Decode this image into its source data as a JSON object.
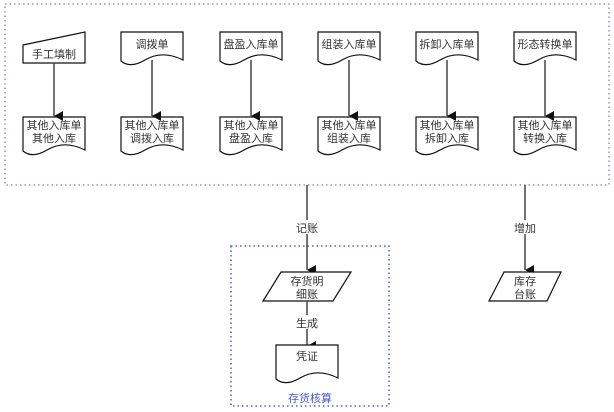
{
  "diagram": {
    "source_nodes": [
      {
        "id": "manual",
        "label": "手工填制",
        "shape": "manual-input"
      },
      {
        "id": "transfer",
        "label": "调拨单",
        "shape": "document"
      },
      {
        "id": "surplus",
        "label": "盘盈入库单",
        "shape": "document"
      },
      {
        "id": "assembly",
        "label": "组装入库单",
        "shape": "document"
      },
      {
        "id": "disassembly",
        "label": "拆卸入库单",
        "shape": "document"
      },
      {
        "id": "conversion",
        "label": "形态转换单",
        "shape": "document"
      }
    ],
    "result_nodes": [
      {
        "line1": "其他入库单",
        "line2": "其他入库"
      },
      {
        "line1": "其他入库单",
        "line2": "调拨入库"
      },
      {
        "line1": "其他入库单",
        "line2": "盘盈入库"
      },
      {
        "line1": "其他入库单",
        "line2": "组装入库"
      },
      {
        "line1": "其他入库单",
        "line2": "拆卸入库"
      },
      {
        "line1": "其他入库单",
        "line2": "转换入库"
      }
    ],
    "posting_edge_label": "记账",
    "increase_edge_label": "增加",
    "ledger_detail": {
      "line1": "存货明",
      "line2": "细账"
    },
    "generate_edge_label": "生成",
    "voucher": "凭证",
    "stock_ledger": {
      "line1": "库存",
      "line2": "台账"
    },
    "accounting_group_label": "存货核算",
    "colors": {
      "outer_group_border": "#7b7bd8",
      "accounting_group_border": "#3344cc",
      "group_label": "#4a5ad0",
      "shape_stroke": "#111111"
    }
  }
}
